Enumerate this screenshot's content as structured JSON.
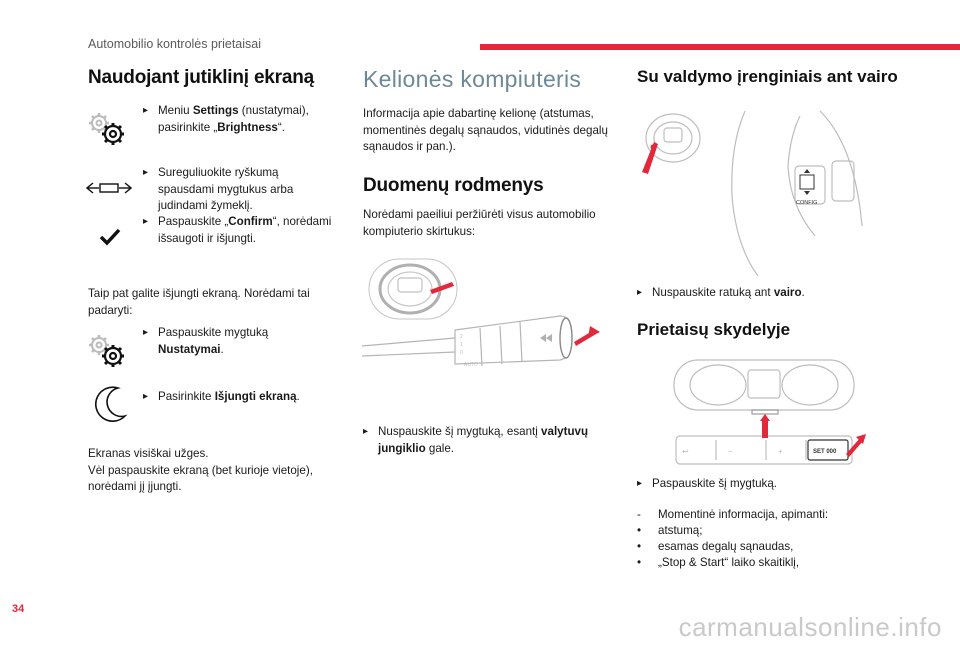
{
  "header": {
    "title": "Automobilio kontrolės prietaisai",
    "page_number": "34"
  },
  "col1": {
    "heading": "Naudojant jutiklinį ekraną",
    "b1": {
      "pre": "Meniu ",
      "bold": "Settings",
      "post": " (nustatymai), pasirinkite „",
      "bold2": "Brightness",
      "post2": "“."
    },
    "b2": {
      "text": "Sureguliuokite ryškumą spausdami mygtukus arba judindami žymeklį."
    },
    "b3": {
      "pre": "Paspauskite „",
      "bold": "Confirm",
      "post": "“, norėdami išsaugoti ir išjungti."
    },
    "para1": "Taip pat galite išjungti ekraną. Norėdami tai padaryti:",
    "b4": {
      "pre": "Paspauskite mygtuką ",
      "bold": "Nustatymai",
      "post": "."
    },
    "b5": {
      "pre": "Pasirinkite ",
      "bold": "Išjungti ekraną",
      "post": "."
    },
    "para2_l1": "Ekranas visiškai užges.",
    "para2_l2": "Vėl paspauskite ekraną (bet kurioje vietoje), norėdami jį įjungti."
  },
  "col2": {
    "heading": "Kelionės kompiuteris",
    "intro": "Informacija apie dabartinę kelionę (atstumas, momentinės degalų sąnaudos, vidutinės degalų sąnaudos ir pan.).",
    "subheading": "Duomenų rodmenys",
    "para": "Norėdami paeiliui peržiūrėti visus automobilio kompiuterio skirtukus:",
    "b1": {
      "pre": "Nuspauskite šį mygtuką, esantį ",
      "bold": "valytuvų jungiklio",
      "post": " gale."
    }
  },
  "col3": {
    "heading1": "Su valdymo įrenginiais ant vairo",
    "config_label": "CONFIG",
    "b1": {
      "pre": "Nuspauskite ratuką ant ",
      "bold": "vairo",
      "post": "."
    },
    "heading2": "Prietaisų skydelyje",
    "set_label": "SET 000",
    "b2": {
      "text": "Paspauskite šį mygtuką."
    },
    "list_intro_mark": "-",
    "list_intro": "Momentinė informacija, apimanti:",
    "list": [
      "atstumą;",
      "esamas degalų sąnaudas,",
      "„Stop & Start“ laiko skaitiklį,"
    ],
    "list_mark": "•"
  },
  "bullet_mark": "",
  "watermark": "carmanualsonline.info",
  "colors": {
    "accent": "#e2283a",
    "heading_blue": "#6d8897"
  },
  "icons": [
    "gear-icon",
    "slider-arrows-icon",
    "checkmark-icon",
    "moon-icon",
    "steering-wheel-icon",
    "wiper-stalk-icon",
    "instrument-panel-icon",
    "arrow-icon"
  ]
}
